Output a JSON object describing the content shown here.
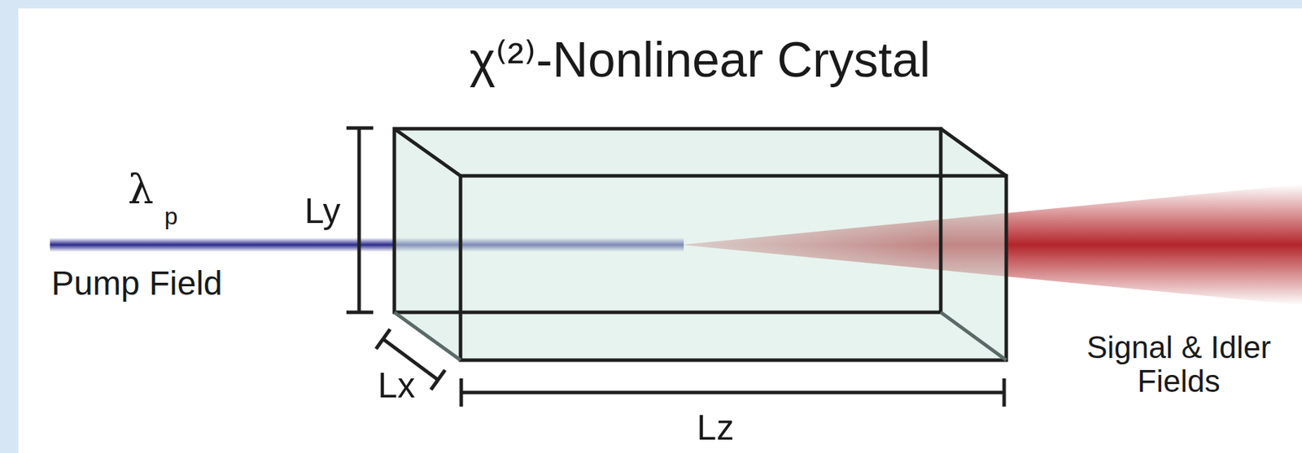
{
  "diagram": {
    "title": "χ⁽²⁾-Nonlinear Crystal",
    "labels": [
      "λ",
      "p",
      "Pump Field",
      "Ly",
      "Lx",
      "Lz",
      "Signal & Idler Fields"
    ]
  }
}
